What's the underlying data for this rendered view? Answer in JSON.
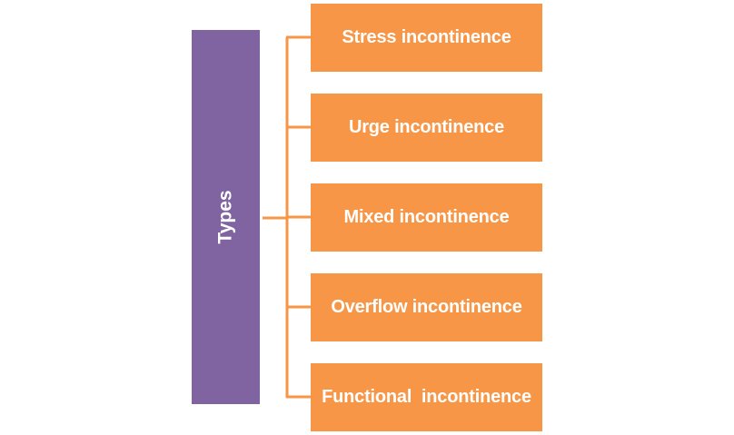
{
  "diagram": {
    "root": {
      "label": "Types"
    },
    "children": [
      {
        "label": "Stress incontinence"
      },
      {
        "label": "Urge incontinence"
      },
      {
        "label": "Mixed incontinence"
      },
      {
        "label": "Overflow incontinence"
      },
      {
        "label": "Functional  incontinence"
      }
    ],
    "colors": {
      "root_fill": "#8064a2",
      "child_fill": "#f79646",
      "connector": "#f79646",
      "text": "#ffffff"
    }
  }
}
